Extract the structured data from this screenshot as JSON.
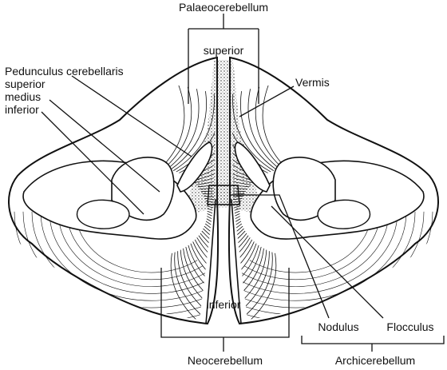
{
  "labels": {
    "palaeocerebellum": "Palaeocerebellum",
    "superior": "superior",
    "vermis": "Vermis",
    "pedunculus": "Pedunculus cerebellaris",
    "ped_superior": "superior",
    "ped_medius": "medius",
    "ped_inferior": "inferior",
    "inferior": "inferior",
    "nodulus": "Nodulus",
    "flocculus": "Flocculus",
    "neocerebellum": "Neocerebellum",
    "archicerebellum": "Archicerebellum"
  },
  "colors": {
    "ink": "#111111",
    "paper": "#ffffff"
  }
}
